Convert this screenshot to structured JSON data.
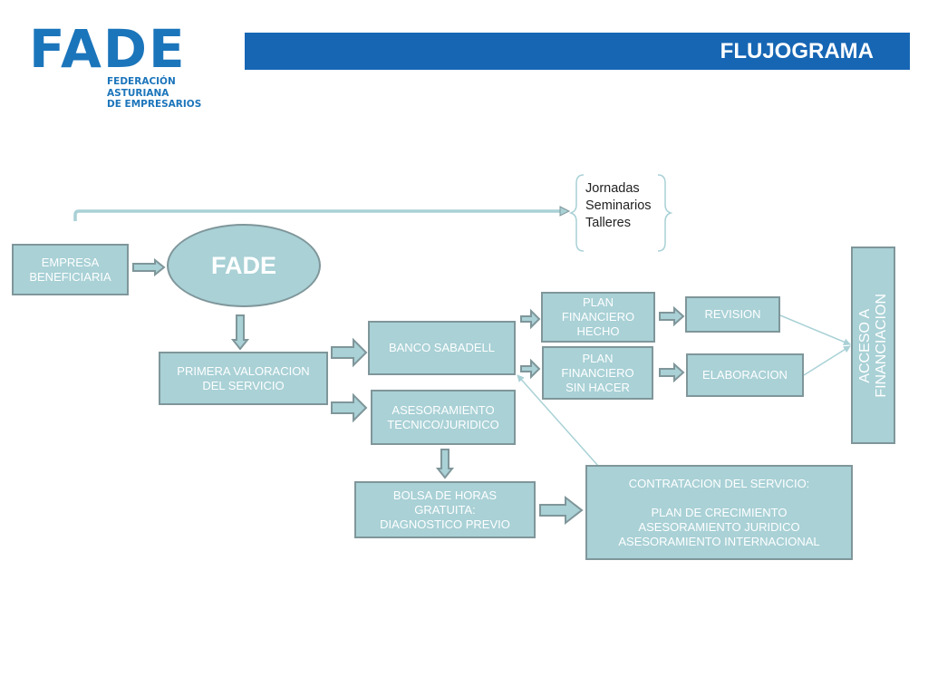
{
  "header": {
    "logo_mark": "FADE",
    "logo_sub": [
      "FEDERACIÓN",
      "ASTURIANA",
      "DE EMPRESARIOS"
    ],
    "title": "FLUJOGRAMA",
    "bar_color": "#1666b4",
    "brand_color": "#1b75bb"
  },
  "diagram": {
    "node_fill": "#a9d1d6",
    "node_border": "#7f969a",
    "events": [
      "Jornadas",
      "Seminarios",
      "Talleres"
    ],
    "nodes": {
      "empresa": "EMPRESA\nBENEFICIARIA",
      "fade": "FADE",
      "primera": "PRIMERA VALORACION\nDEL SERVICIO",
      "banco": "BANCO SABADELL",
      "asesoramiento": "ASESORAMIENTO\nTECNICO/JURIDICO",
      "bolsa": "BOLSA DE HORAS\nGRATUITA:\nDIAGNOSTICO PREVIO",
      "plan_hecho": "PLAN\nFINANCIERO\nHECHO",
      "plan_sin": "PLAN\nFINANCIERO\nSIN HACER",
      "revision": "REVISION",
      "elaboracion": "ELABORACION",
      "acceso": "ACCESO A\nFINANCIACION",
      "contratacion": "CONTRATACION DEL SERVICIO:\n\nPLAN DE CRECIMIENTO\nASESORAMIENTO JURIDICO\nASESORAMIENTO INTERNACIONAL"
    }
  }
}
